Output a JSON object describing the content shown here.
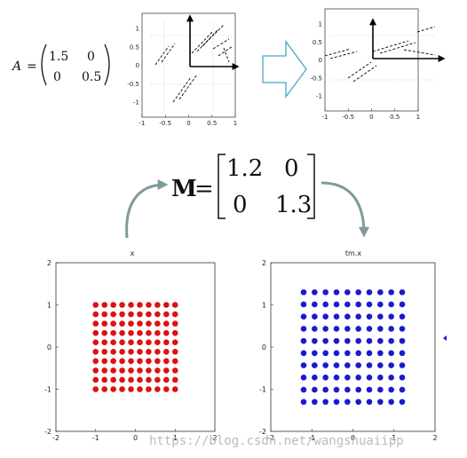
{
  "matrix_a": {
    "symbol": "A",
    "equals": "=",
    "entries": [
      "1.5",
      "0",
      "0",
      "0.5"
    ]
  },
  "matrix_m": {
    "symbol": "M",
    "equals": "=",
    "entries": [
      "1.2",
      "0",
      "0",
      "1.3"
    ]
  },
  "top_plots": {
    "xticks": [
      "-1",
      "-0.5",
      "0",
      "0.5",
      "1"
    ],
    "yticks": [
      "1",
      "0.5",
      "0",
      "-0.5",
      "-1"
    ]
  },
  "scatter_left": {
    "title": "x",
    "xticks": [
      "-2",
      "-1",
      "0",
      "1",
      "2"
    ],
    "yticks": [
      "2",
      "1",
      "0",
      "-1",
      "-2"
    ],
    "grid": {
      "n": 10,
      "min": -1,
      "max": 1
    },
    "color": "#dd1111"
  },
  "scatter_right": {
    "title": "tm.x",
    "xticks": [
      "-2",
      "-1",
      "0",
      "1",
      "2"
    ],
    "yticks": [
      "2",
      "1",
      "0",
      "-1",
      "-2"
    ],
    "grid": {
      "n": 10,
      "min": -1,
      "max": 1
    },
    "scale": [
      1.2,
      1.3
    ],
    "color": "#1a1acc"
  },
  "colors": {
    "arrow_hollow": "#4aa3c8",
    "curved_arrow": "#7f9a9a"
  },
  "watermark": "https://blog.csdn.net/wangshuaiipp"
}
